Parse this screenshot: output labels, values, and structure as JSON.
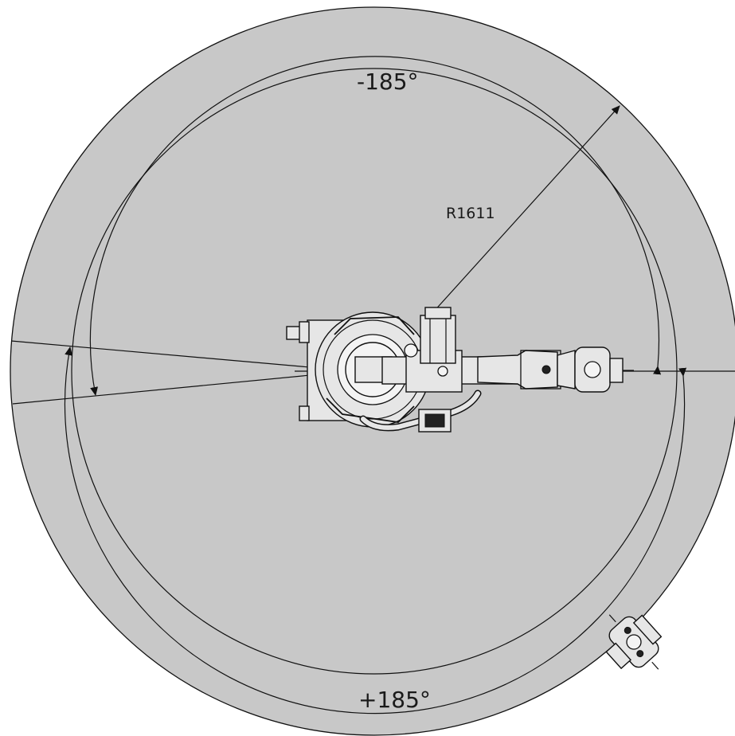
{
  "diagram": {
    "label_top_angle": "-185°",
    "label_bottom_angle": "+185°",
    "label_radius": "R1611"
  },
  "colors": {
    "work_envelope_fill": "#c8c8c8",
    "outline": "#111111",
    "background": "#ffffff"
  }
}
